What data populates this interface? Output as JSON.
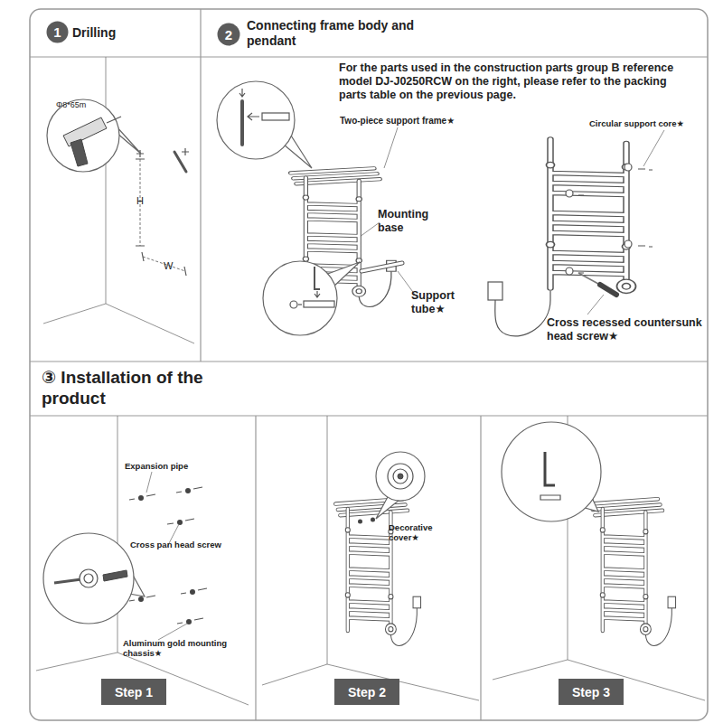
{
  "diagram": {
    "nodes": [
      {
        "text": [
          "Drilling"
        ]
      },
      {
        "text": [
          "1"
        ],
        "in": 0
      },
      {
        "text": [
          "Connecting frame body and pendant"
        ]
      },
      {
        "text": [
          "2"
        ],
        "in": 2
      },
      {
        "text": [
          "③ Installation of the product"
        ]
      },
      {
        "text": [
          "Step 1"
        ]
      },
      {
        "text": [
          "Step 2"
        ]
      },
      {
        "text": [
          "Step 3"
        ]
      }
    ],
    "labels": [
      "For the parts used in the construction parts group B reference model DJ-J0250RCW on the right, please refer to the packing parts table on the previous page.",
      "Φ8*65m",
      "H",
      "W",
      "Two-piece support frame★",
      "Mounting base",
      "Support tube★",
      "Circular support core★",
      "Cross recessed countersunk head screw★",
      "Expansion pipe",
      "Cross pan head screw",
      "Aluminum gold mounting chassis★",
      "Decorative cover★"
    ]
  }
}
